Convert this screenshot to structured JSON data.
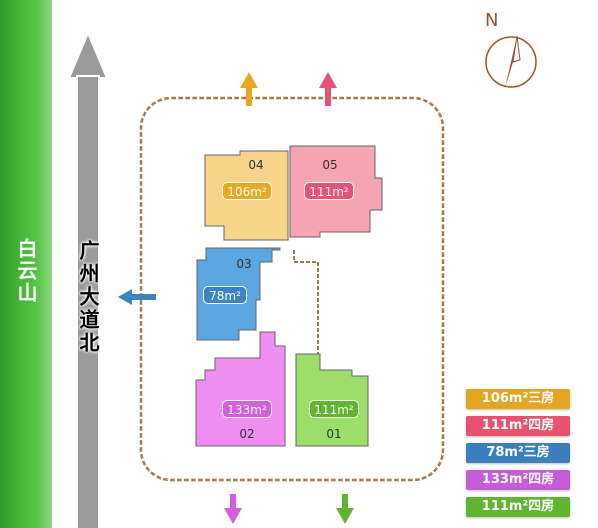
{
  "mountain": {
    "label": "白云山"
  },
  "road": {
    "label": "广州大道北"
  },
  "compass": {
    "label": "N"
  },
  "buildings": [
    {
      "id": "04",
      "area": "106m²",
      "color": "#f6d48a"
    },
    {
      "id": "05",
      "area": "111m²",
      "color": "#f6a3b2"
    },
    {
      "id": "03",
      "area": "78m²",
      "color": "#5ba5e0"
    },
    {
      "id": "02",
      "area": "133m²",
      "color": "#f08df0"
    },
    {
      "id": "01",
      "area": "111m²",
      "color": "#9bde6a"
    }
  ],
  "legend": [
    {
      "label": "106m²三房",
      "color": "#e5a521"
    },
    {
      "label": "111m²四房",
      "color": "#e8526f"
    },
    {
      "label": "78m²三房",
      "color": "#3b7fbf"
    },
    {
      "label": "133m²四房",
      "color": "#c85bd6"
    },
    {
      "label": "111m²四房",
      "color": "#5fb530"
    }
  ],
  "colors": {
    "badge_04": "#e9a821",
    "badge_05": "#e55275",
    "badge_03": "#3d84c4",
    "badge_02": "#d45fdc",
    "badge_01": "#5fb530",
    "boundary": "#a57850",
    "road_arrow": "#9b9b9b"
  }
}
